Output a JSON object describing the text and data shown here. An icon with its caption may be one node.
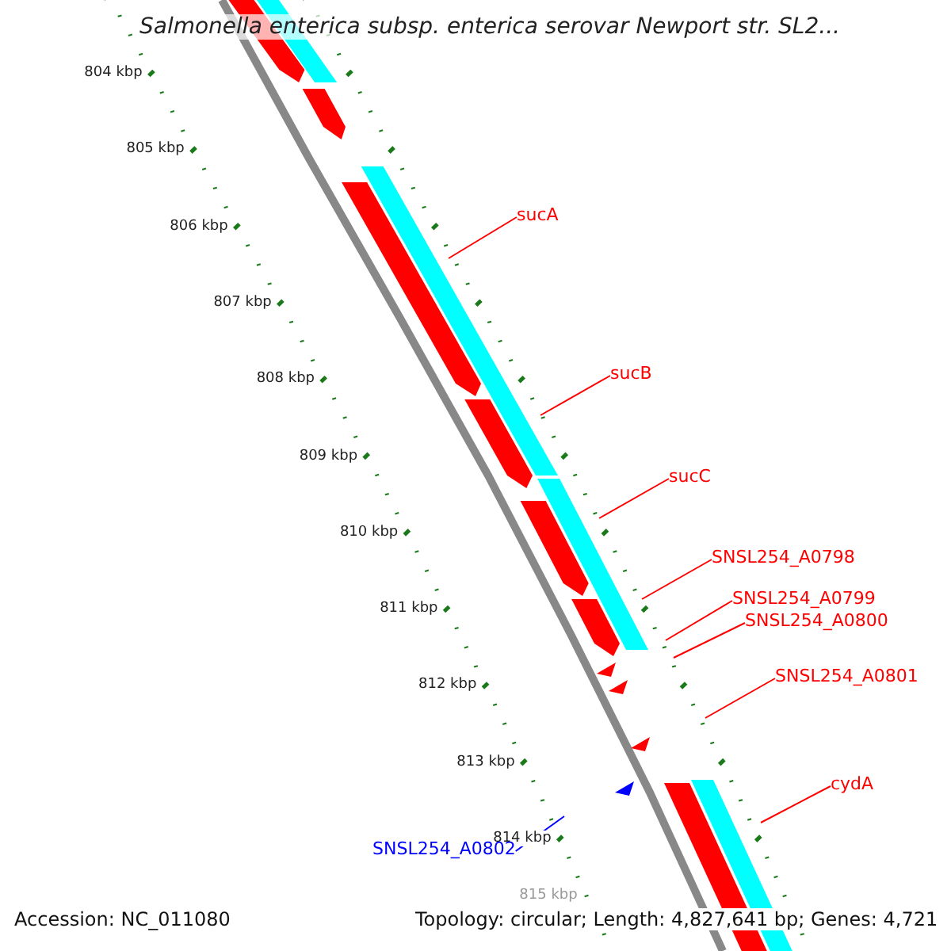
{
  "diagram": {
    "title": "Salmonella enterica subsp. enterica serovar Newport str. SL2...",
    "nodes": [
      {
        "text": [
          "sucA"
        ]
      },
      {
        "text": [
          "sucB"
        ]
      },
      {
        "text": [
          "sucC"
        ]
      },
      {
        "text": [
          "SNSL254_A0798"
        ]
      },
      {
        "text": [
          "SNSL254_A0799"
        ]
      },
      {
        "text": [
          "SNSL254_A0800"
        ]
      },
      {
        "text": [
          "SNSL254_A0801"
        ]
      },
      {
        "text": [
          "cydA"
        ]
      },
      {
        "text": [
          "SNSL254_A0802"
        ]
      }
    ],
    "edges": [
      {
        "from": 0,
        "to": null,
        "arrow": "none"
      },
      {
        "from": 1,
        "to": null,
        "arrow": "none"
      },
      {
        "from": 2,
        "to": null,
        "arrow": "none"
      },
      {
        "from": 3,
        "to": null,
        "arrow": "none"
      },
      {
        "from": 4,
        "to": null,
        "arrow": "none"
      },
      {
        "from": 5,
        "to": null,
        "arrow": "none"
      },
      {
        "from": 6,
        "to": null,
        "arrow": "none"
      },
      {
        "from": 7,
        "to": null,
        "arrow": "none"
      },
      {
        "from": 8,
        "to": null,
        "arrow": "none",
        "color": "#0000ff"
      }
    ],
    "labels": [
      "804 kbp",
      "805 kbp",
      "806 kbp",
      "807 kbp",
      "808 kbp",
      "809 kbp",
      "810 kbp",
      "811 kbp",
      "812 kbp",
      "813 kbp",
      "814 kbp",
      "815 kbp",
      "Accession: NC_011080",
      "Topology: circular; Length: 4,827,641 bp; Genes: 4,721"
    ]
  }
}
